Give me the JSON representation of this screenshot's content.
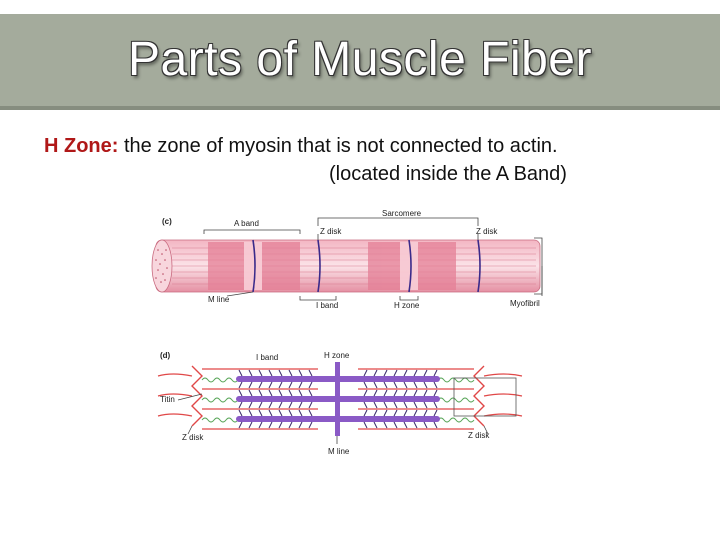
{
  "slide": {
    "title": "Parts of Muscle Fiber",
    "term": "H Zone:",
    "definition": " the zone of myosin that is not connected to actin.",
    "note": "(located inside the A Band)"
  },
  "figure": {
    "panel_c": {
      "letter": "(c)",
      "labels": {
        "a_band": "A band",
        "sarcomere": "Sarcomere",
        "z_disk_left": "Z disk",
        "z_disk_right": "Z disk",
        "m_line": "M line",
        "i_band": "I band",
        "h_zone": "H zone",
        "myofibril": "Myofibril"
      }
    },
    "panel_d": {
      "letter": "(d)",
      "labels": {
        "i_band": "I band",
        "h_zone": "H zone",
        "titin": "Titin",
        "z_disk_left": "Z disk",
        "z_disk_right": "Z disk",
        "m_line": "M line"
      }
    },
    "colors": {
      "myofibril_light": "#f6c9d3",
      "myofibril_dark": "#e8899d",
      "band_line": "#3a2a8a",
      "thick_filament": "#8a5ac6",
      "thin_filament": "#e04848",
      "titin": "#5aa65a"
    }
  }
}
